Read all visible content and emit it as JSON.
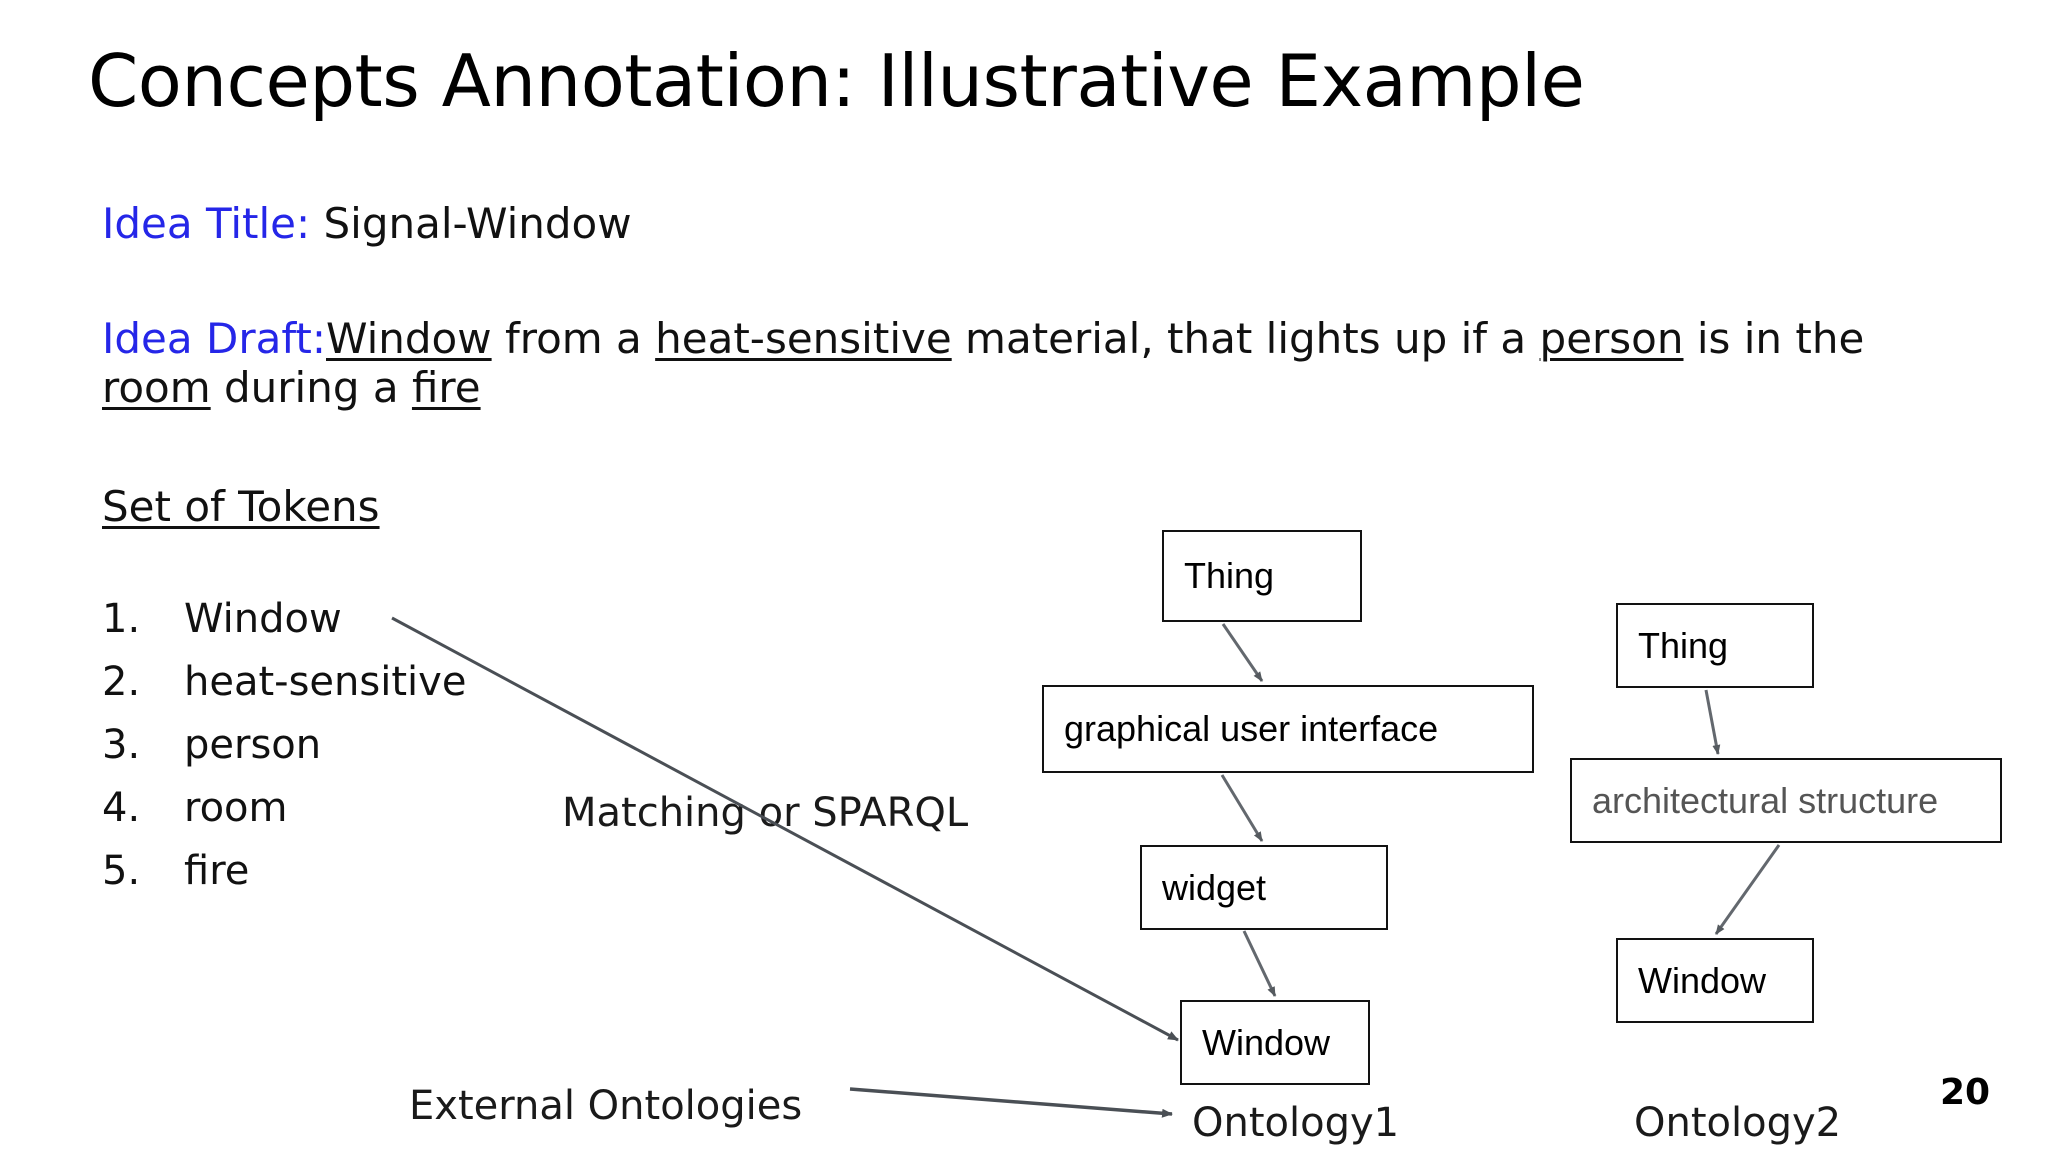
{
  "slide": {
    "title": "Concepts Annotation: Illustrative Example",
    "page_number": "20",
    "background_color": "#ffffff",
    "accent_color": "#2526e8"
  },
  "idea_title": {
    "label": "Idea Title:",
    "value": "Signal-Window"
  },
  "idea_draft": {
    "label": "Idea Draft:",
    "text_parts": [
      {
        "text": "Window",
        "underline": true
      },
      {
        "text": " from a ",
        "underline": false
      },
      {
        "text": "heat-sensitive",
        "underline": true
      },
      {
        "text": " material, that lights up if a ",
        "underline": false
      },
      {
        "text": "person",
        "underline": true
      },
      {
        "text": " is in the ",
        "underline": false
      },
      {
        "text": "room",
        "underline": true
      },
      {
        "text": " during a ",
        "underline": false
      },
      {
        "text": "fire",
        "underline": true
      }
    ],
    "p1": "Window",
    "p2": " from a ",
    "p3": "heat-sensitive",
    "p4": " material, that lights up if a ",
    "p5": "person",
    "p6": " is in the ",
    "p7": "room",
    "p8": " during a ",
    "p9": "fire"
  },
  "tokens": {
    "heading": "Set of Tokens",
    "items": [
      {
        "number": "1.",
        "label": "Window"
      },
      {
        "number": "2.",
        "label": "heat-sensitive"
      },
      {
        "number": "3.",
        "label": "person"
      },
      {
        "number": "4.",
        "label": "room"
      },
      {
        "number": "5.",
        "label": "fire"
      }
    ]
  },
  "annotations": {
    "matching_label": "Matching or SPARQL",
    "external_ontologies_label": "External Ontologies"
  },
  "ontology1": {
    "caption": "Ontology1",
    "nodes": [
      {
        "id": "thing",
        "label": "Thing"
      },
      {
        "id": "gui",
        "label": "graphical user interface"
      },
      {
        "id": "widget",
        "label": "widget"
      },
      {
        "id": "window",
        "label": "Window"
      }
    ],
    "edges": [
      {
        "from": "thing",
        "to": "gui"
      },
      {
        "from": "gui",
        "to": "widget"
      },
      {
        "from": "widget",
        "to": "window"
      }
    ]
  },
  "ontology2": {
    "caption": "Ontology2",
    "nodes": [
      {
        "id": "thing",
        "label": "Thing"
      },
      {
        "id": "arch",
        "label": "architectural structure",
        "text_color": "#555555"
      },
      {
        "id": "window",
        "label": "Window"
      }
    ],
    "edges": [
      {
        "from": "thing",
        "to": "arch"
      },
      {
        "from": "arch",
        "to": "window"
      }
    ]
  }
}
